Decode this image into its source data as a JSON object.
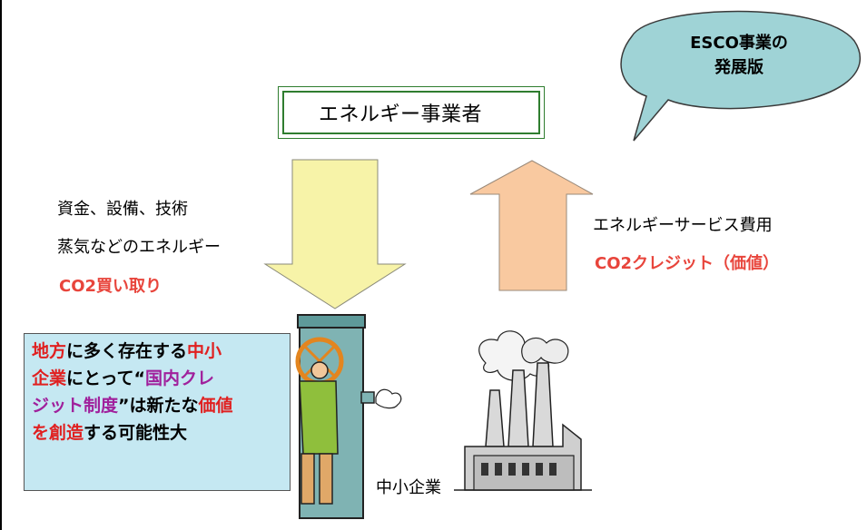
{
  "provider_box": {
    "label": "エネルギー事業者"
  },
  "speech_bubble": {
    "line1": "ESCO事業の",
    "line2": "発展版"
  },
  "left_labels": {
    "line1": "資金、設備、技術",
    "line2": "蒸気などのエネルギー",
    "line3": "CO2買い取り"
  },
  "right_labels": {
    "line1": "エネルギーサービス費用",
    "line2": "CO2クレジット（価値）"
  },
  "note": {
    "l1a": "地方",
    "l1b": "に多く存在する",
    "l1c": "中小",
    "l2a": "企業",
    "l2b": "にとって",
    "l2c": "“",
    "l2d": "国内クレ",
    "l3a": "ジット制度",
    "l3b": "”は新たな",
    "l3c": "価値",
    "l4a": "を創造",
    "l4b": "する可能性大"
  },
  "sme_label": "中小企業",
  "colors": {
    "down_arrow": "#f7f3a8",
    "up_arrow": "#f9c9a0",
    "bubble_fill": "#9fd3d6",
    "box_border": "#2f7d2f",
    "note_fill": "#c5e8f2",
    "red_text": "#e8453c",
    "purple_text": "#a0209c"
  }
}
